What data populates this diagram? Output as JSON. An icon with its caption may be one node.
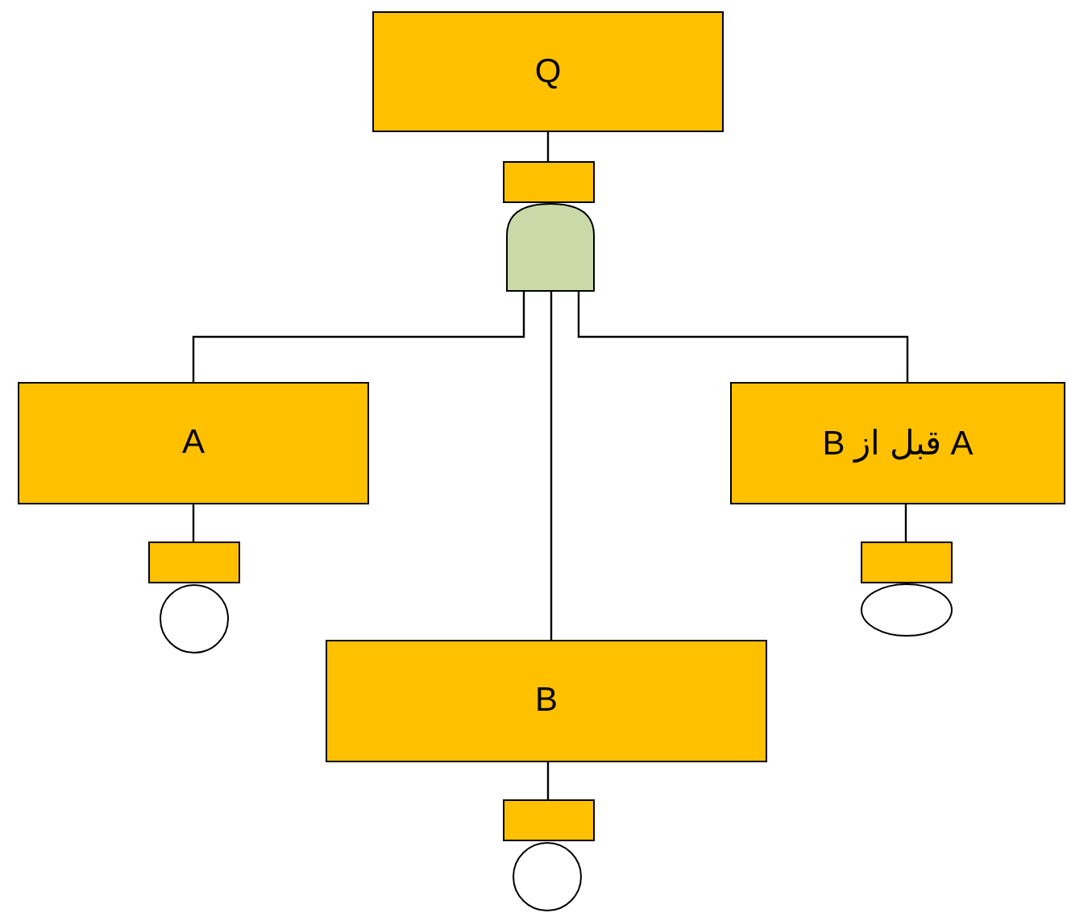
{
  "diagram": {
    "nodes": [
      {
        "text": [
          "Q"
        ]
      },
      {
        "text": [],
        "shape": "box"
      },
      {
        "text": [],
        "shape": "gate"
      },
      {
        "text": [
          "A"
        ]
      },
      {
        "text": [],
        "shape": "box"
      },
      {
        "text": [],
        "shape": "circle"
      },
      {
        "text": [
          "A قبل از B"
        ]
      },
      {
        "text": [],
        "shape": "box"
      },
      {
        "text": [],
        "shape": "ellipse"
      },
      {
        "text": [
          "B"
        ]
      },
      {
        "text": [],
        "shape": "box"
      },
      {
        "text": [],
        "shape": "circle"
      }
    ],
    "edges": [
      {
        "from": 0,
        "to": 1,
        "arrow": "none"
      },
      {
        "from": 2,
        "to": 3,
        "arrow": "none"
      },
      {
        "from": 2,
        "to": 9,
        "arrow": "none"
      },
      {
        "from": 2,
        "to": 6,
        "arrow": "none"
      },
      {
        "from": 3,
        "to": 4,
        "arrow": "none"
      },
      {
        "from": 6,
        "to": 7,
        "arrow": "none"
      },
      {
        "from": 9,
        "to": 10,
        "arrow": "none"
      }
    ]
  }
}
